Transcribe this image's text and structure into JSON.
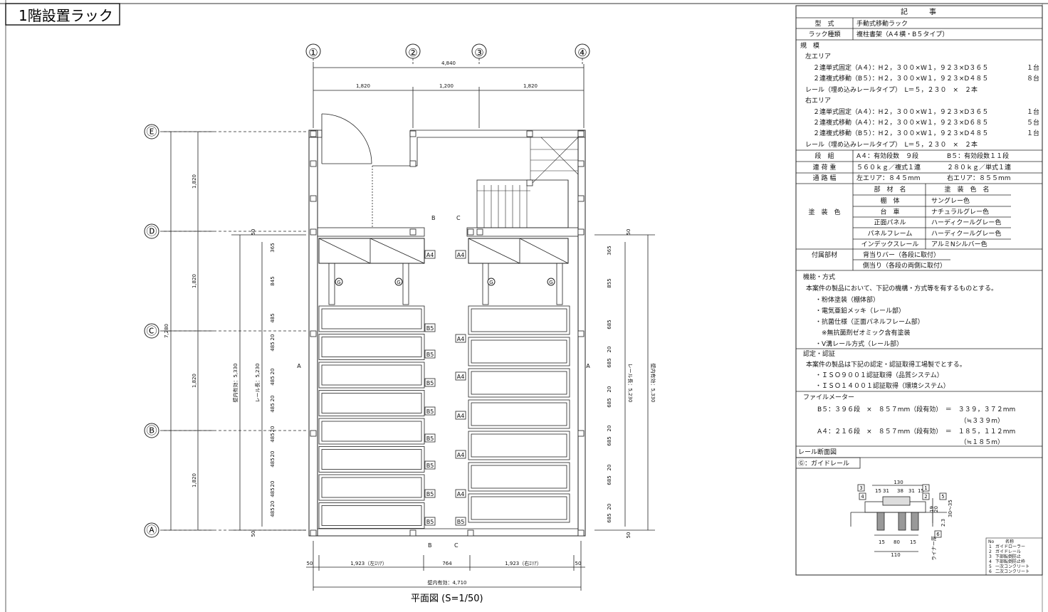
{
  "title": "1階設置ラック",
  "plan": {
    "caption": "平面図 (S=1/50)",
    "grid_cols": [
      "①",
      "②",
      "③",
      "④"
    ],
    "grid_rows": [
      "Ⓔ",
      "Ⓓ",
      "Ⓒ",
      "Ⓑ",
      "Ⓐ"
    ],
    "dims_top": {
      "total": "4,840",
      "left": "1,820",
      "mid": "1,200",
      "right": "1,820"
    },
    "dims_left": {
      "bay": "1,820",
      "total": "7,280",
      "wall_inner": "壁内有効：5,330",
      "rail": "レール長：5,230"
    },
    "dims_right": {
      "wall_inner": "壁内有効：5,330",
      "rail": "レール長：5,230"
    },
    "left_stack": [
      "365",
      "845",
      "485",
      "20",
      "485",
      "20",
      "485",
      "20",
      "485",
      "20",
      "485",
      "20",
      "485",
      "20",
      "485",
      "20",
      "485"
    ],
    "right_stack": [
      "365",
      "855",
      "685",
      "20",
      "685",
      "20",
      "685",
      "20",
      "685",
      "20",
      "685",
      "20",
      "685",
      "20",
      "685"
    ],
    "edge50": "50",
    "dims_bottom": {
      "left": "1,923（左ｴﾘｱ）",
      "mid": "764",
      "right": "1,923（右ｴﾘｱ）",
      "side": "50",
      "total": "壁内有効：4,710"
    },
    "tags_left": [
      "A4",
      "B5",
      "B5",
      "B5",
      "B5",
      "B5",
      "B5",
      "B5",
      "B5"
    ],
    "tags_right": [
      "A4",
      "A4",
      "A4",
      "A4",
      "A4",
      "A4",
      "A4",
      "B5"
    ],
    "section_marks": {
      "A": "A",
      "B": "B",
      "C": "C"
    },
    "guide": "G"
  },
  "spec": {
    "header": "記　　　事",
    "rows": [
      {
        "k": "型　式",
        "v": "手動式移動ラック"
      },
      {
        "k": "ラック種類",
        "v": "複柱書架（A４横・B５タイプ）"
      }
    ],
    "scale_label": "規　模",
    "left_area": "左エリア",
    "left_lines": [
      {
        "t": "２連単式固定（A４）：H２，３００×W１，９２３×D３６５",
        "n": "１台"
      },
      {
        "t": "２連複式移動（B５）：H２，３００×W１，９２３×D４８５",
        "n": "８台"
      }
    ],
    "left_rail": "レール（埋め込みレールタイプ）　L＝５，２３０　×　２本",
    "right_area": "右エリア",
    "right_lines": [
      {
        "t": "２連単式固定（A４）：H２，３００×W１，９２３×D３６５",
        "n": "１台"
      },
      {
        "t": "２連複式移動（A４）：H２，３００×W１，９２３×D６８５",
        "n": "５台"
      },
      {
        "t": "２連複式移動（B５）：H２，３００×W１，９２３×D４８５",
        "n": "１台"
      }
    ],
    "right_rail": "レール（埋め込みレールタイプ）　L＝５，２３０　×　２本",
    "dan": {
      "k": "段　組",
      "a": "A４：有効段数　９段",
      "b": "B５：有効段数１１段"
    },
    "load": {
      "k": "連 荷 重",
      "a": "５６０ｋｇ／複式１連",
      "b": "２８０ｋｇ／単式１連"
    },
    "aisle": {
      "k": "通 路 幅",
      "a": "左エリア：８４５mm",
      "b": "右エリア：８５５mm"
    },
    "paint": {
      "k": "塗　装　色",
      "h1": "部　材　名",
      "h2": "塗　装　色　名",
      "items": [
        {
          "p": "棚　体",
          "c": "サングレー色"
        },
        {
          "p": "台　車",
          "c": "ナチュラルグレー色"
        },
        {
          "p": "正面パネル",
          "c": "ハーディクールグレー色"
        },
        {
          "p": "パネルフレーム",
          "c": "ハーディクールグレー色"
        },
        {
          "p": "インデックスレール",
          "c": "アルミNシルバー色"
        }
      ]
    },
    "fittings": {
      "k": "付属部材",
      "a": "背当りバー（各段に取付）",
      "b": "側当り（各段の両側に取付）"
    },
    "func_title": "機能・方式",
    "func_intro": "本案件の製品において、下記の機構・方式等を有するものとする。",
    "func_items": [
      "・粉体塗装（棚体部）",
      "・電気亜鉛メッキ（レール部）",
      "・抗菌仕様（正面パネルフレーム部）",
      "　※無抗菌剤ゼオミック含有塗装",
      "・V溝レール方式（レール部）"
    ],
    "cert_title": "認定・認証",
    "cert_intro": "本案件の製品は下記の認定・認証取得工場製でとする。",
    "cert_items": [
      "・ＩＳＯ９００１認証取得（品質システム）",
      "・ＩＳＯ１４００１認証取得（環境システム）"
    ],
    "file_title": "ファイルメーター",
    "file_b5": "B５：３９６段　×　８５７mm（段有効）　＝　３３９，３７２mm",
    "file_b5_approx": "（≒３３９m）",
    "file_a4": "A４：２１６段　×　８５７mm（段有効）　＝　１８５，１１２mm",
    "file_a4_approx": "（≒１８５m）"
  },
  "rail_section": {
    "title": "レール断面図",
    "guide_label": "Ⓖ：ガイドレール",
    "dims": {
      "w130": "130",
      "d15a": "15",
      "d31a": "31",
      "d38": "38",
      "d31b": "31",
      "d15b": "15",
      "b15a": "15",
      "b80": "80",
      "b15b": "15",
      "b110": "110",
      "h19": "19",
      "h20": "20",
      "h23": "2.3",
      "r30": "30～35",
      "liner": "ライナー厚"
    },
    "callouts": [
      "1",
      "2",
      "3",
      "4",
      "5",
      "6"
    ],
    "legend_header": {
      "no": "No",
      "name": "名称"
    },
    "legend": [
      {
        "no": "1",
        "name": "ガイドローラー"
      },
      {
        "no": "2",
        "name": "ガイドレール"
      },
      {
        "no": "3",
        "name": "下部転倒防止"
      },
      {
        "no": "4",
        "name": "下部転倒防止枠"
      },
      {
        "no": "5",
        "name": "一次コンクリート"
      },
      {
        "no": "6",
        "name": "二次コンクリート"
      }
    ]
  }
}
